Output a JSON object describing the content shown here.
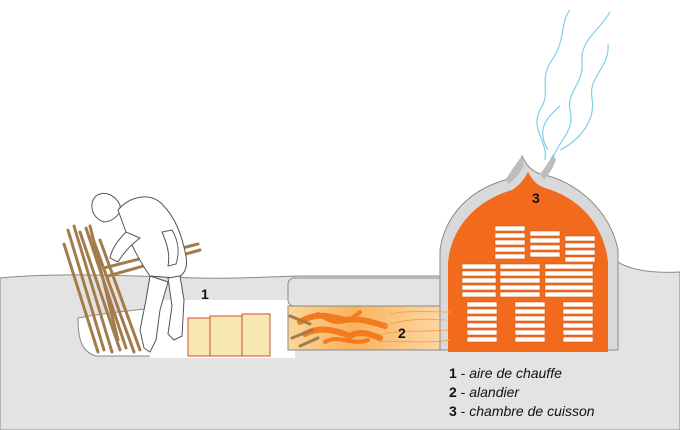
{
  "labels": {
    "n1": "1",
    "n2": "2",
    "n3": "3"
  },
  "legend": [
    {
      "num": "1",
      "sep": " - ",
      "text": "aire de chauffe"
    },
    {
      "num": "2",
      "sep": " - ",
      "text": "alandier"
    },
    {
      "num": "3",
      "sep": " - ",
      "text": "chambre de cuisson"
    }
  ],
  "colors": {
    "ground": "#e3e3e3",
    "ground_line": "#8a8a8a",
    "kiln": "#f26b1d",
    "kiln_outline": "#8a8a8a",
    "fire": "#f47a20",
    "firebox_glow": "#f9c07a",
    "tile_fill": "#f7e7b0",
    "tile_stroke": "#d24d3a",
    "wood": "#a47b4a",
    "smoke": "#7fd0e8",
    "pottery": "#ffffff"
  }
}
